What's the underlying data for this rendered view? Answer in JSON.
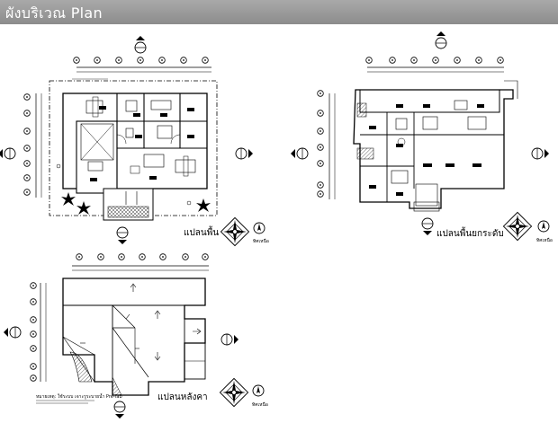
{
  "header": {
    "title": "ผังบริเวณ Plan"
  },
  "plans": {
    "ground_floor": {
      "caption": "แปลนพื้น"
    },
    "split_level": {
      "caption": "แปลนพื้นยกระดับ"
    },
    "roof": {
      "caption": "แปลนหลังคา"
    }
  },
  "north_label": "ทิศเหนือ",
  "roof_note": "หมายเหตุ: ใช้ระบบ เจาะรูระบายน้ำ Pre-fab"
}
